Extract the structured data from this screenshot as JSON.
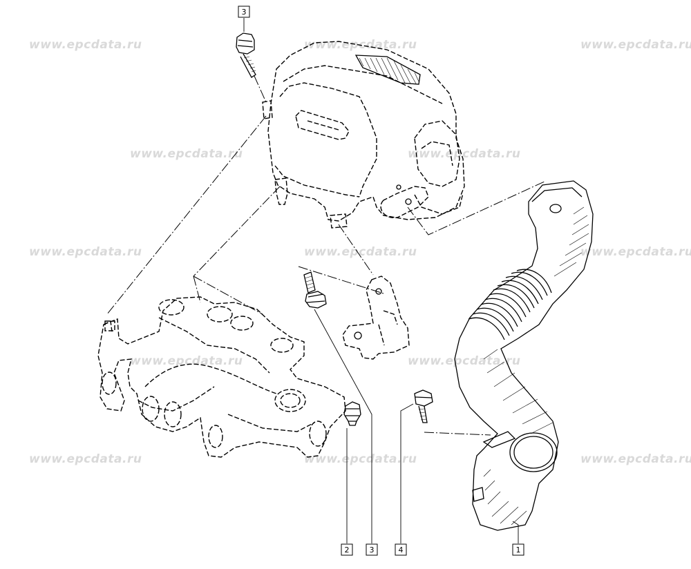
{
  "watermark": {
    "text": "www.epcdata.ru",
    "color": "#d9d9d9"
  },
  "callouts": [
    {
      "label": "3"
    },
    {
      "label": "2"
    },
    {
      "label": "3"
    },
    {
      "label": "4"
    },
    {
      "label": "1"
    }
  ],
  "parts": {
    "air_filter_housing": "air-filter-housing",
    "intake_manifold": "intake-manifold",
    "bracket": "mounting-bracket",
    "air_duct_hose": "air-duct-hose"
  }
}
